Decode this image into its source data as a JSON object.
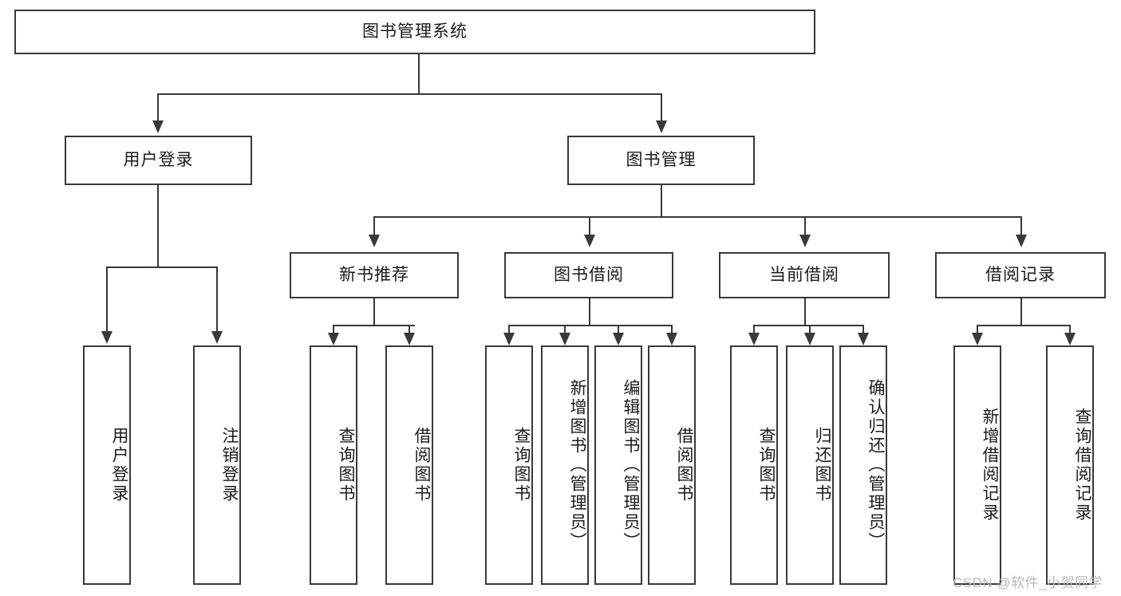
{
  "diagram": {
    "title": "图书管理系统",
    "watermark": "CSDN @软件_小贺同学",
    "colors": {
      "stroke": "#36393d",
      "background": "#ffffff",
      "text": "#1b1b1b",
      "watermark": "#b9b9b9"
    },
    "levels": {
      "root": "图书管理系统",
      "level2": [
        "用户登录",
        "图书管理"
      ],
      "level3": [
        "新书推荐",
        "图书借阅",
        "当前借阅",
        "借阅记录"
      ]
    },
    "nodes": {
      "root": {
        "label": "图书管理系统",
        "orientation": "horizontal"
      },
      "user_login": {
        "label": "用户登录",
        "orientation": "horizontal"
      },
      "book_manage": {
        "label": "图书管理",
        "orientation": "horizontal"
      },
      "new_book_rec": {
        "label": "新书推荐",
        "orientation": "horizontal"
      },
      "book_borrow": {
        "label": "图书借阅",
        "orientation": "horizontal"
      },
      "current_borrow": {
        "label": "当前借阅",
        "orientation": "horizontal"
      },
      "borrow_record": {
        "label": "借阅记录",
        "orientation": "horizontal"
      },
      "leaf_user_login": {
        "label": "用户登录",
        "orientation": "vertical"
      },
      "leaf_logout": {
        "label": "注销登录",
        "orientation": "vertical"
      },
      "leaf_query_book_1": {
        "label": "查询图书",
        "orientation": "vertical"
      },
      "leaf_borrow_book_1": {
        "label": "借阅图书",
        "orientation": "vertical"
      },
      "leaf_query_book_2": {
        "label": "查询图书",
        "orientation": "vertical"
      },
      "leaf_add_book": {
        "label": "新增图书（管理员）",
        "orientation": "vertical"
      },
      "leaf_edit_book": {
        "label": "编辑图书（管理员）",
        "orientation": "vertical"
      },
      "leaf_borrow_book_2": {
        "label": "借阅图书",
        "orientation": "vertical"
      },
      "leaf_query_book_3": {
        "label": "查询图书",
        "orientation": "vertical"
      },
      "leaf_return_book": {
        "label": "归还图书",
        "orientation": "vertical"
      },
      "leaf_confirm_return": {
        "label": "确认归还（管理员）",
        "orientation": "vertical"
      },
      "leaf_add_record": {
        "label": "新增借阅记录",
        "orientation": "vertical"
      },
      "leaf_query_record": {
        "label": "查询借阅记录",
        "orientation": "vertical"
      }
    },
    "tree": {
      "name": "图书管理系统",
      "children": [
        {
          "name": "用户登录",
          "children": [
            {
              "name": "用户登录"
            },
            {
              "name": "注销登录"
            }
          ]
        },
        {
          "name": "图书管理",
          "children": [
            {
              "name": "新书推荐",
              "children": [
                {
                  "name": "查询图书"
                },
                {
                  "name": "借阅图书"
                }
              ]
            },
            {
              "name": "图书借阅",
              "children": [
                {
                  "name": "查询图书"
                },
                {
                  "name": "新增图书（管理员）"
                },
                {
                  "name": "编辑图书（管理员）"
                },
                {
                  "name": "借阅图书"
                }
              ]
            },
            {
              "name": "当前借阅",
              "children": [
                {
                  "name": "查询图书"
                },
                {
                  "name": "归还图书"
                },
                {
                  "name": "确认归还（管理员）"
                }
              ]
            },
            {
              "name": "借阅记录",
              "children": [
                {
                  "name": "新增借阅记录"
                },
                {
                  "name": "查询借阅记录"
                }
              ]
            }
          ]
        }
      ]
    }
  }
}
